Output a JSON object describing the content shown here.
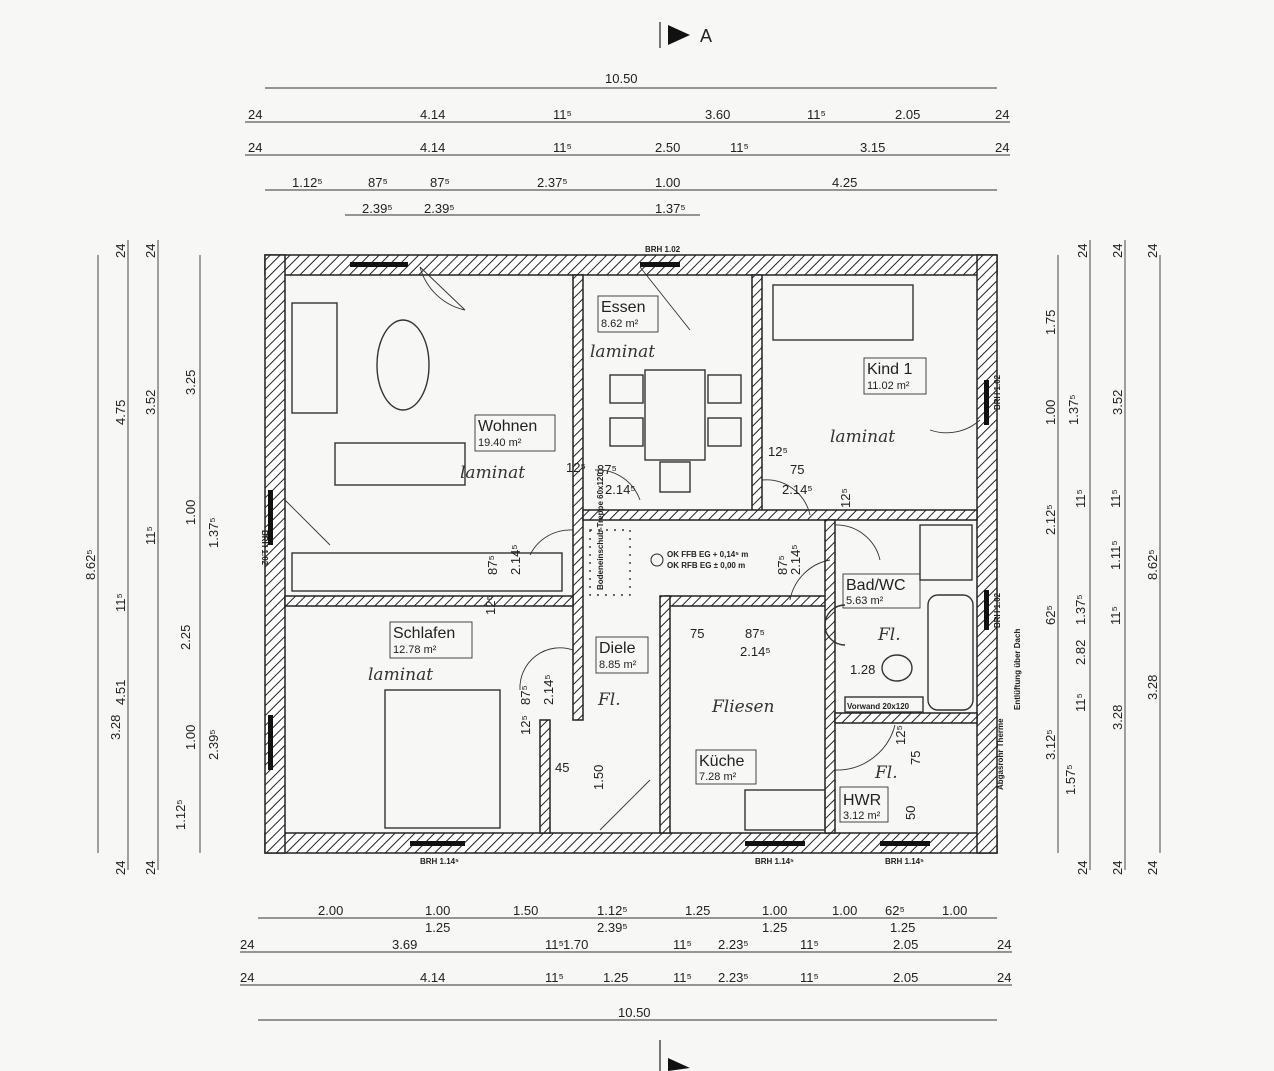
{
  "section_marker": "A",
  "rooms": {
    "wohnen": {
      "name": "Wohnen",
      "area": "19.40 m²",
      "floor": "laminat"
    },
    "essen": {
      "name": "Essen",
      "area": "8.62 m²",
      "floor": "laminat"
    },
    "kind1": {
      "name": "Kind 1",
      "area": "11.02 m²",
      "floor": "laminat"
    },
    "bad": {
      "name": "Bad/WC",
      "area": "5.63 m²",
      "floor": "Fl."
    },
    "schlafen": {
      "name": "Schlafen",
      "area": "12.78 m²",
      "floor": "laminat"
    },
    "diele": {
      "name": "Diele",
      "area": "8.85 m²",
      "floor": "Fl."
    },
    "kueche": {
      "name": "Küche",
      "area": "7.28 m²",
      "floor": "Fliesen"
    },
    "hwr": {
      "name": "HWR",
      "area": "3.12 m²",
      "floor": "Fl."
    }
  },
  "notes": {
    "level_ffb": "OK FFB EG + 0,14⁵ m",
    "level_rfb": "OK RFB EG ± 0,00 m",
    "attic_stair": "Bodeneinschub-Treppe 60x120",
    "vorwand": "Vorwand 20x120",
    "flue": "Abgasrohr Therme",
    "vent": "Entlüftung über Dach",
    "brh_102": "BRH 1.02",
    "brh_1145": "BRH 1.14⁵"
  },
  "dimensions": {
    "top": {
      "row0": [
        "10.50"
      ],
      "row1": [
        "24",
        "4.14",
        "11⁵",
        "3.60",
        "11⁵",
        "2.05",
        "24"
      ],
      "row2": [
        "24",
        "4.14",
        "11⁵",
        "2.50",
        "11⁵",
        "3.15",
        "24"
      ],
      "row3": [
        "1.12⁵",
        "87⁵",
        "87⁵",
        "2.37⁵",
        "1.00",
        "4.25"
      ],
      "row4": [
        "2.39⁵",
        "2.39⁵",
        "1.37⁵"
      ]
    },
    "bottom": {
      "row1": [
        "2.00",
        "1.00",
        "1.50",
        "1.12⁵",
        "1.25",
        "1.00",
        "1.00",
        "62⁵",
        "1.00"
      ],
      "row1b": [
        "1.25",
        "2.39⁵",
        "1.25",
        "1.25"
      ],
      "row2": [
        "24",
        "3.69",
        "11⁵",
        "1.70",
        "11⁵",
        "2.23⁵",
        "11⁵",
        "2.05",
        "24"
      ],
      "row3": [
        "24",
        "4.14",
        "11⁵",
        "1.25",
        "11⁵",
        "2.23⁵",
        "11⁵",
        "2.05",
        "24"
      ],
      "row4": [
        "10.50"
      ]
    },
    "left": {
      "col0": [
        "8.62⁵"
      ],
      "col1": [
        "24",
        "4.75",
        "11⁵",
        "4.51",
        "24"
      ],
      "col1b": [
        "3.28"
      ],
      "col2": [
        "24",
        "3.52",
        "11⁵",
        "2.25",
        "1.12⁵",
        "24"
      ],
      "col3": [
        "3.25",
        "1.00",
        "1.37⁵",
        "1.00",
        "2.39⁵"
      ]
    },
    "right": {
      "col1": [
        "1.75",
        "1.00",
        "2.12⁵",
        "62⁵",
        "3.12⁵",
        "1.57⁵",
        "24",
        "24"
      ],
      "col2": [
        "24",
        "1.37⁵",
        "11⁵",
        "1.37⁵",
        "2.82",
        "11⁵",
        "3.28",
        "24"
      ],
      "col3": [
        "24",
        "3.52",
        "11⁵",
        "1.11⁵",
        "11⁵",
        "3.28",
        "24"
      ],
      "col4": [
        "8.62⁵"
      ]
    },
    "doors": [
      "87⁵",
      "2.14⁵",
      "12⁵",
      "75",
      "2.14⁵",
      "87⁵",
      "2.14⁵",
      "87⁵",
      "2.14⁵",
      "12⁵",
      "75",
      "87⁵",
      "2.14⁵",
      "87⁵",
      "2.14⁵",
      "12⁵",
      "45",
      "1.50",
      "1.28",
      "12⁵",
      "75",
      "50",
      "12⁵",
      "12⁵"
    ]
  }
}
